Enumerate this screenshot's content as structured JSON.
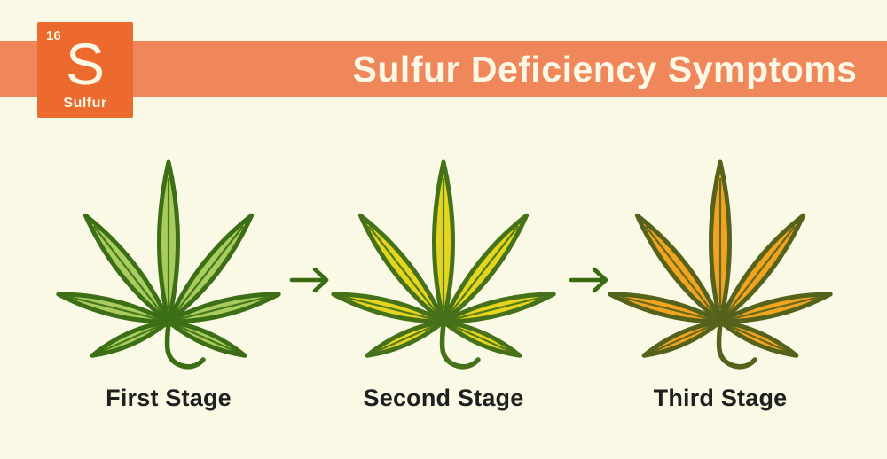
{
  "header": {
    "title": "Sulfur Deficiency Symptoms"
  },
  "element": {
    "number": "16",
    "symbol": "S",
    "name": "Sulfur"
  },
  "stages": [
    {
      "label": "First Stage",
      "leaf": {
        "inner": "#8FBC4F",
        "outer": "#A9CC5E",
        "outline": "#3C6E16"
      }
    },
    {
      "label": "Second Stage",
      "leaf": {
        "inner": "#BDD63B",
        "outer": "#E5D51F",
        "outline": "#44711A"
      }
    },
    {
      "label": "Third Stage",
      "leaf": {
        "inner": "#F4DE2A",
        "outer": "#F3A41F",
        "outline": "#55621C"
      }
    }
  ],
  "icons": {
    "arrow_right": "→"
  },
  "colors": {
    "background": "#FAF9E6",
    "banner": "#F0875A",
    "element_tile": "#EC6A2E",
    "tile_text": "#FCF8E6",
    "title_text": "#FCF8E6",
    "arrow": "#3A6B12",
    "label_text": "#202020"
  }
}
